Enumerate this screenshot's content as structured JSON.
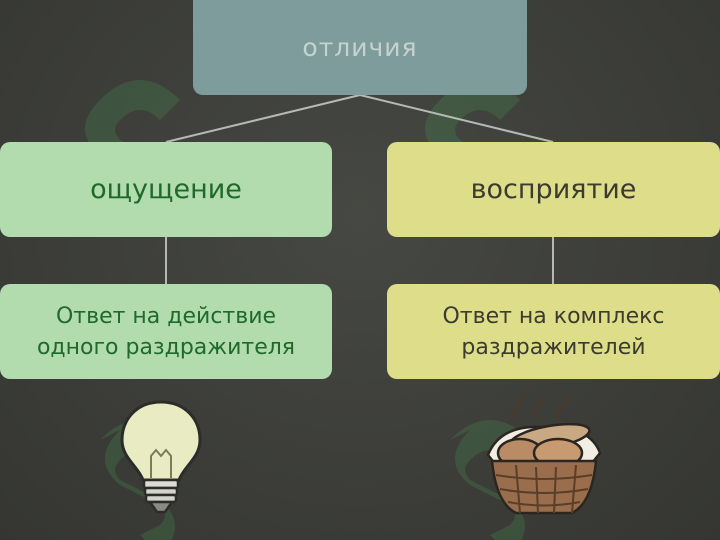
{
  "root": {
    "label": "отличия"
  },
  "branches": [
    {
      "title": "ощущение",
      "description": "Ответ на действие\nодного раздражителя",
      "illustration": "light-bulb-icon",
      "color": "#b2dbae"
    },
    {
      "title": "восприятие",
      "description": "Ответ на комплекс\nраздражителей",
      "illustration": "bread-basket-icon",
      "color": "#dedd8a"
    }
  ],
  "colors": {
    "background": "#3c3d39",
    "root_box": "#7f9c9c",
    "connector": "#c9cfcb",
    "watermark": "#4aa455"
  }
}
